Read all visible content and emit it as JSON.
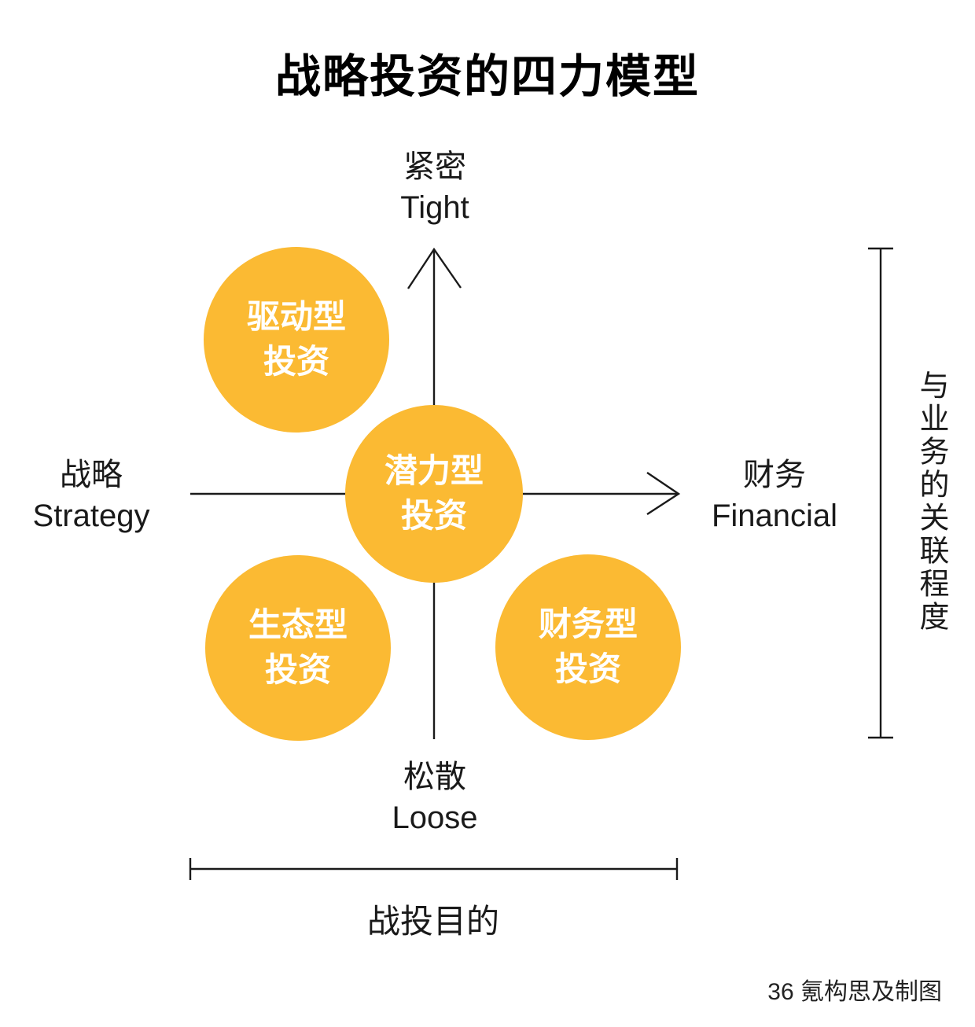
{
  "title": "战略投资的四力模型",
  "axes": {
    "top": {
      "zh": "紧密",
      "en": "Tight"
    },
    "bottom": {
      "zh": "松散",
      "en": "Loose"
    },
    "left": {
      "zh": "战略",
      "en": "Strategy"
    },
    "right": {
      "zh": "财务",
      "en": "Financial"
    }
  },
  "bubbles": [
    {
      "name": "drive",
      "line1": "驱动型",
      "line2": "投资"
    },
    {
      "name": "potential",
      "line1": "潜力型",
      "line2": "投资"
    },
    {
      "name": "ecosystem",
      "line1": "生态型",
      "line2": "投资"
    },
    {
      "name": "financial",
      "line1": "财务型",
      "line2": "投资"
    }
  ],
  "annotations": {
    "right_axis_note": "与业务的关联程度",
    "bottom_axis_note": "战投目的",
    "credit": "36 氪构思及制图"
  },
  "colors": {
    "bubble": "#FBBA33",
    "bubble_text": "#FFFFFF",
    "line": "#1A1A1A",
    "text": "#1A1A1A"
  }
}
